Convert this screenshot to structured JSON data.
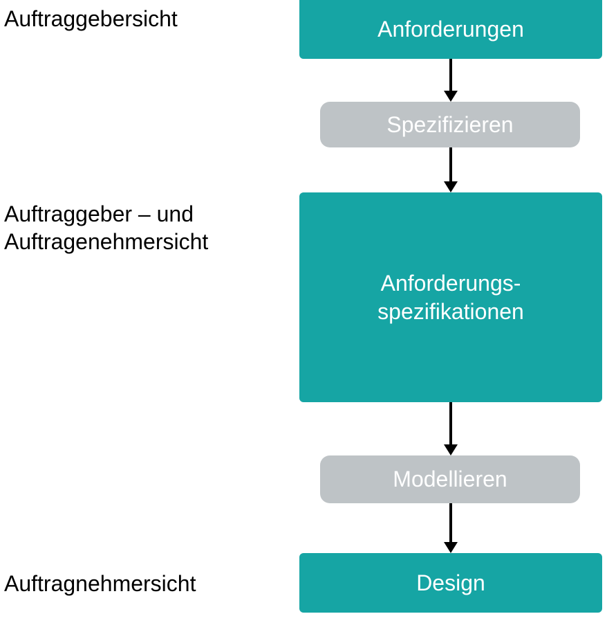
{
  "colors": {
    "teal": "#16a5a4",
    "gray": "#bec3c6",
    "arrow": "#000000",
    "label_text": "#000000",
    "box_text": "#ffffff"
  },
  "left_labels": {
    "client_view": "Auftraggebersicht",
    "client_and_contractor_view_line1": "Auftraggeber – und",
    "client_and_contractor_view_line2": "Auftragenehmersicht",
    "contractor_view": "Auftragnehmersicht"
  },
  "flow": {
    "requirements": "Anforderungen",
    "specify": "Spezifizieren",
    "requirements_spec_line1": "Anforderungs-",
    "requirements_spec_line2": "spezifikationen",
    "model": "Modellieren",
    "design": "Design"
  }
}
